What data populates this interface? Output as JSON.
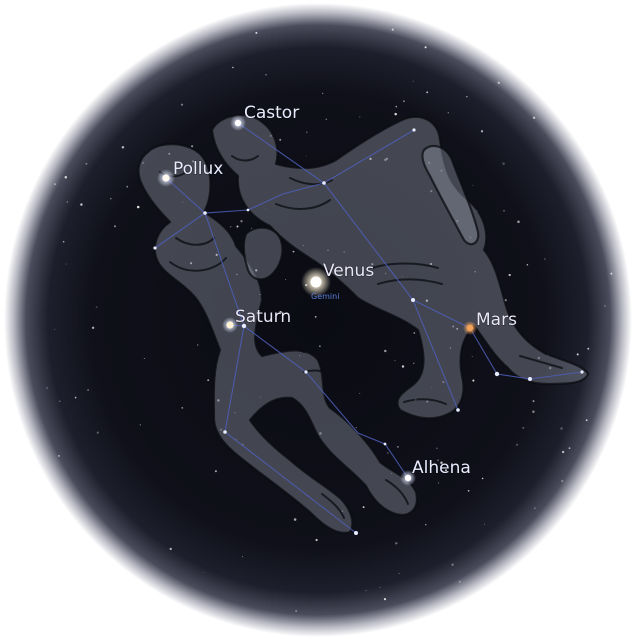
{
  "view": {
    "colors": {
      "sky": "#0c0d16",
      "sky_edge": "#33364a",
      "horizon_glow": "#ffffff",
      "constellation_line": "#4d5fb8",
      "constellation_art": "#b9bccb",
      "star": "#ffffff",
      "mars": "#f3a35a",
      "venus": "#fff6dc",
      "constellation_label": "#5b7fd8"
    },
    "constellation": {
      "name": "Gemini"
    },
    "planets": [
      {
        "name": "Venus",
        "color": "#fff6dc"
      },
      {
        "name": "Saturn",
        "color": "#fff2d6"
      },
      {
        "name": "Mars",
        "color": "#f3a35a"
      }
    ],
    "stars": [
      {
        "name": "Castor"
      },
      {
        "name": "Pollux"
      },
      {
        "name": "Alhena"
      }
    ]
  }
}
